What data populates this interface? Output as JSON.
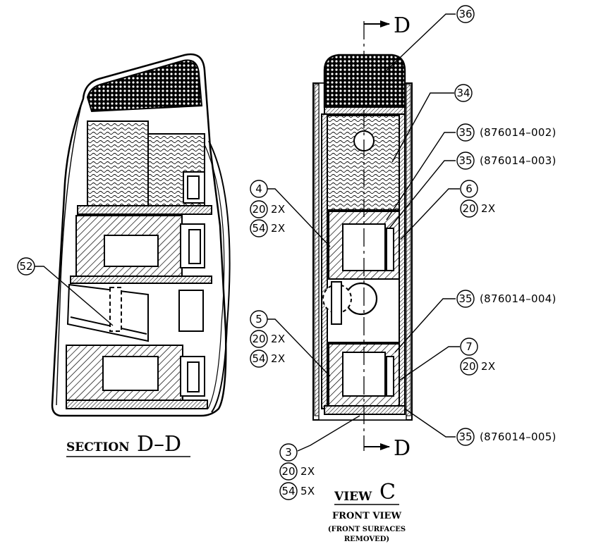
{
  "section": {
    "arrow_top_letter": "D",
    "arrow_bottom_letter": "D",
    "title_word": "SECTION",
    "title_letters": "D–D"
  },
  "view": {
    "title_word": "VIEW",
    "title_letter": "C",
    "subtitle": "FRONT VIEW",
    "note_line1": "(FRONT SURFACES",
    "note_line2": "REMOVED)"
  },
  "callouts": {
    "c36": "36",
    "c34": "34",
    "c35a": {
      "num": "35",
      "part": "(876014–002)"
    },
    "c35b": {
      "num": "35",
      "part": "(876014–003)"
    },
    "c35c": {
      "num": "35",
      "part": "(876014–004)"
    },
    "c35d": {
      "num": "35",
      "part": "(876014–005)"
    },
    "c4": "4",
    "c20_4": {
      "num": "20",
      "qty": "2X"
    },
    "c54_4": {
      "num": "54",
      "qty": "2X"
    },
    "c6": "6",
    "c20_6": {
      "num": "20",
      "qty": "2X"
    },
    "c5": "5",
    "c20_5": {
      "num": "20",
      "qty": "2X"
    },
    "c54_5": {
      "num": "54",
      "qty": "2X"
    },
    "c7": "7",
    "c20_7": {
      "num": "20",
      "qty": "2X"
    },
    "c3": "3",
    "c20_3": {
      "num": "20",
      "qty": "2X"
    },
    "c54_3": {
      "num": "54",
      "qty": "5X"
    },
    "c52": "52"
  }
}
